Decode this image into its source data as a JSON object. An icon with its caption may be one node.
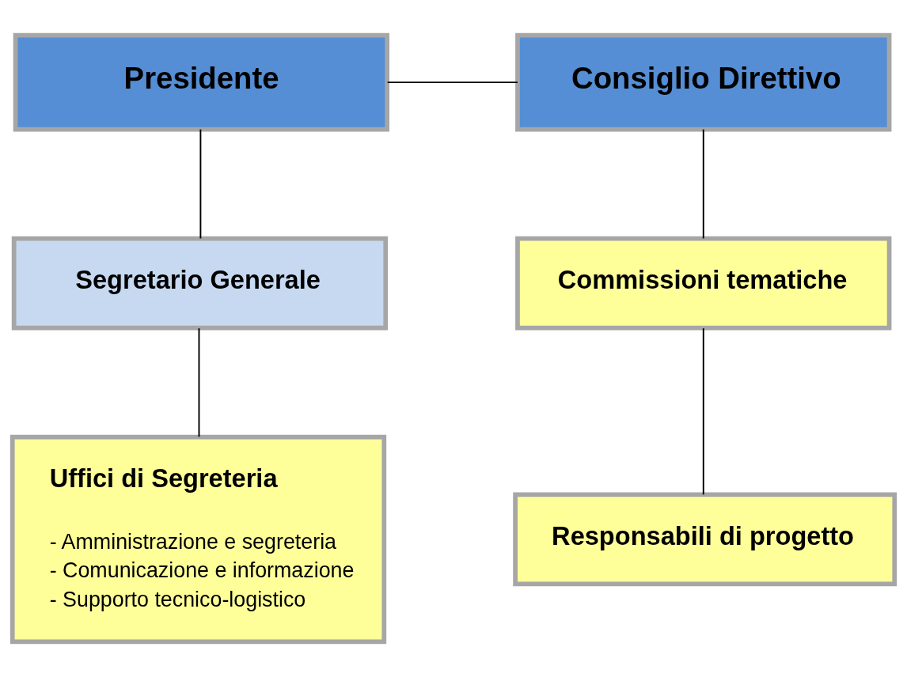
{
  "diagram": {
    "nodes": [
      {
        "text": [
          "Presidente"
        ]
      },
      {
        "text": [
          "Consiglio Direttivo"
        ]
      },
      {
        "text": [
          "Segretario Generale"
        ]
      },
      {
        "text": [
          "Commissioni tematiche"
        ]
      },
      {
        "text": [
          "Uffici di Segreteria",
          "- Amministrazione e segreteria",
          "- Comunicazione e informazione",
          "- Supporto tecnico-logistico"
        ]
      },
      {
        "text": [
          "Responsabili di progetto"
        ]
      }
    ],
    "edges": [
      {
        "from": 0,
        "to": 1,
        "arrow": "none"
      },
      {
        "from": 0,
        "to": 2,
        "arrow": "none"
      },
      {
        "from": 1,
        "to": 3,
        "arrow": "none"
      },
      {
        "from": 2,
        "to": 4,
        "arrow": "none"
      },
      {
        "from": 3,
        "to": 5,
        "arrow": "none"
      }
    ]
  }
}
